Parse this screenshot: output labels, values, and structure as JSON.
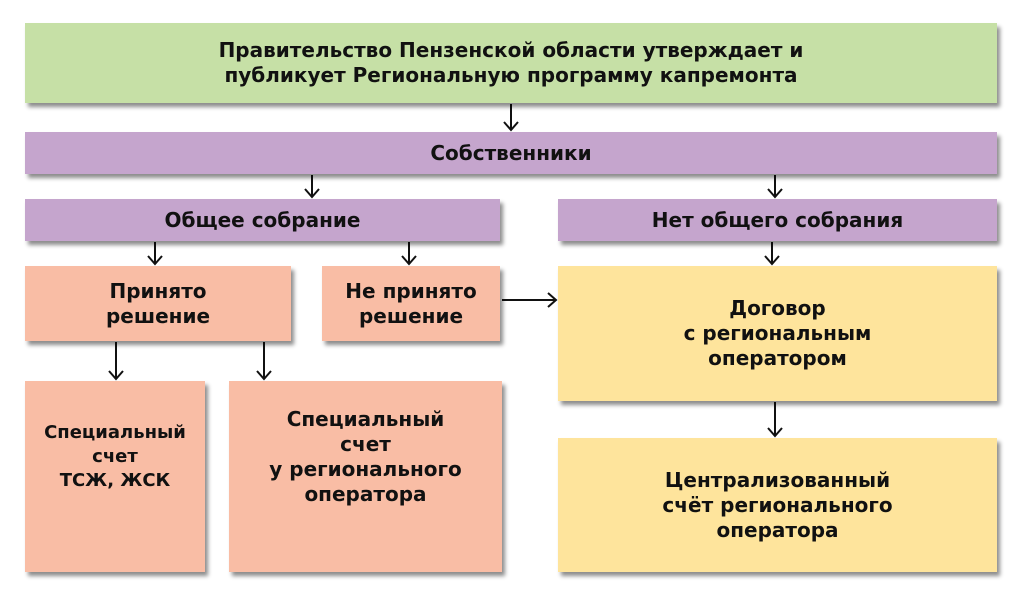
{
  "nodes": {
    "government": "Правительство Пензенской области утверждает и\nпубликует Региональную  программу капремонта",
    "owners": "Собственники",
    "general_meeting": "Общее собрание",
    "no_general_meeting": "Нет общего собрания",
    "decision_made": "Принято\nрешение",
    "decision_not_made": "Не принято\nрешение",
    "contract_regional_operator": "Договор\nс региональным\nоператором",
    "special_account_hoa": "Специальный\nсчет\nТСЖ, ЖСК",
    "special_account_operator": "Специальный\nсчет\nу регионального\nоператора",
    "centralized_account": "Централизованный\nсчёт регионального\nоператора"
  },
  "colors": {
    "green": "#c6e0a6",
    "purple": "#c5a5cd",
    "salmon": "#f9bda5",
    "yellow": "#fee49c"
  }
}
